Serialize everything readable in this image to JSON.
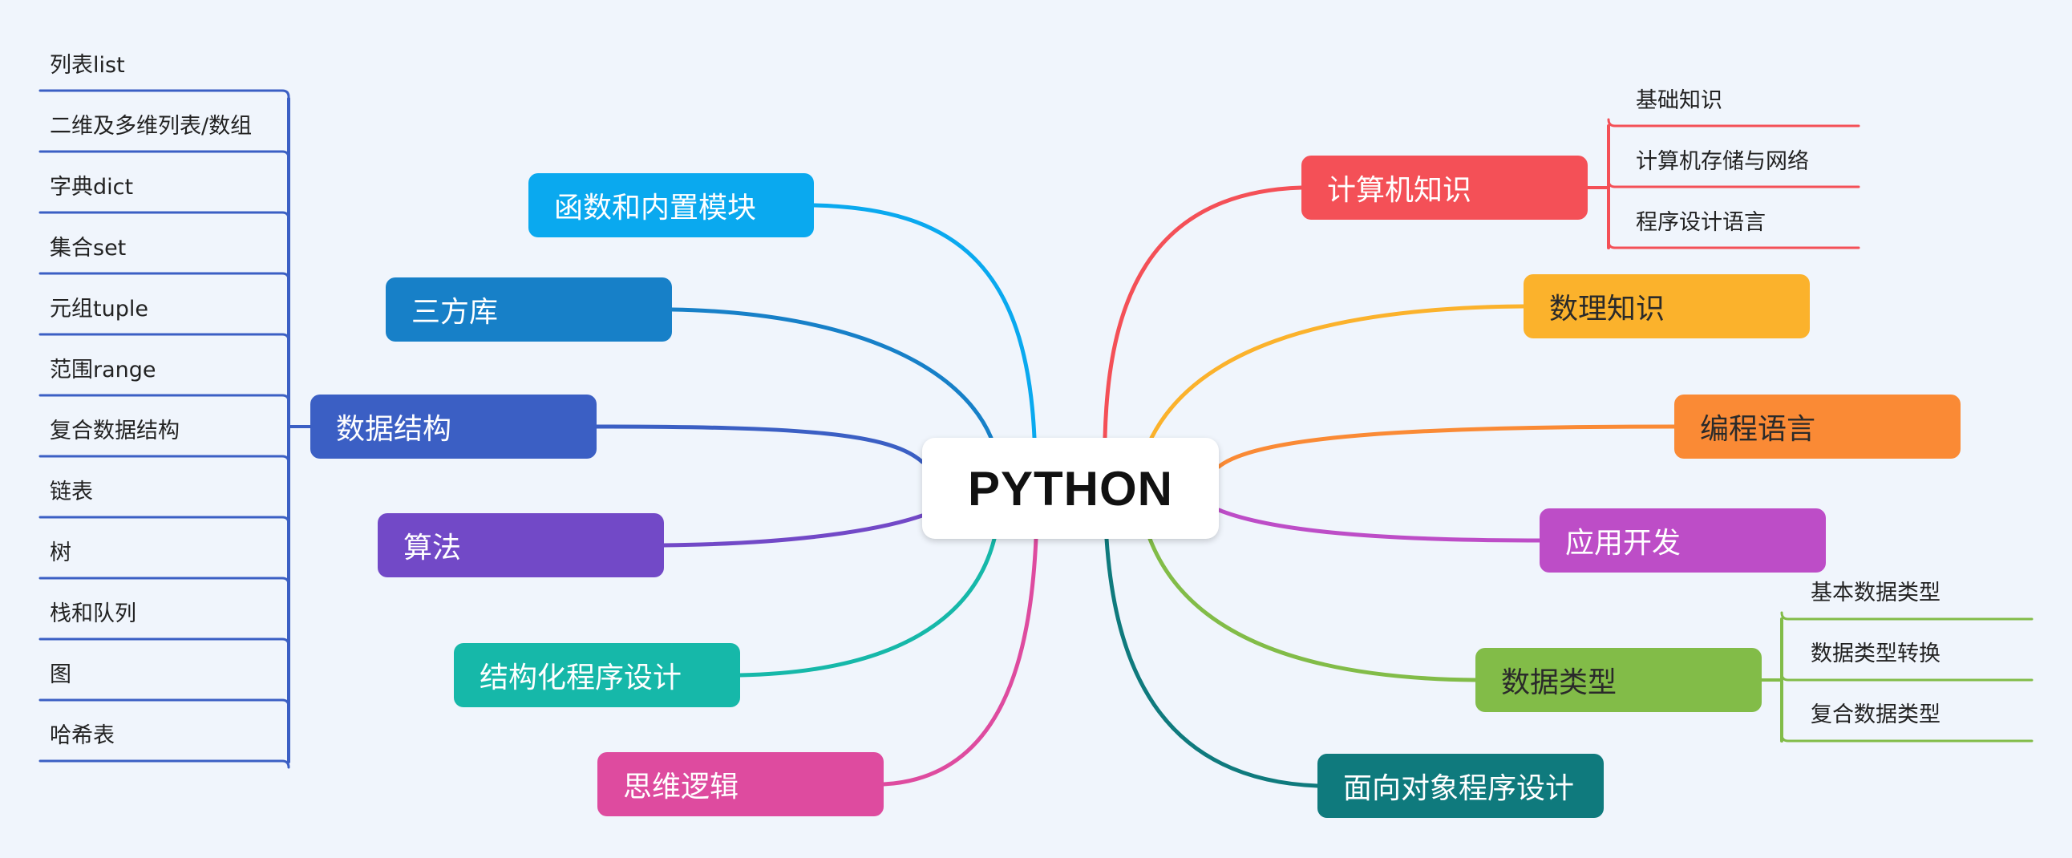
{
  "center": {
    "label": "PYTHON"
  },
  "branches": {
    "functions": {
      "label": "函数和内置模块",
      "color": "#0aa9ef"
    },
    "third_party": {
      "label": "三方库",
      "color": "#1780c8"
    },
    "data_structures": {
      "label": "数据结构",
      "color": "#3b5fc4",
      "children": [
        "列表list",
        "二维及多维列表/数组",
        "字典dict",
        "集合set",
        "元组tuple",
        "范围range",
        "复合数据结构",
        "链表",
        "树",
        "栈和队列",
        "图",
        "哈希表"
      ]
    },
    "algorithms": {
      "label": "算法",
      "color": "#7249c7"
    },
    "structured_programming": {
      "label": "结构化程序设计",
      "color": "#16b8a9"
    },
    "logic": {
      "label": "思维逻辑",
      "color": "#de4b9f"
    },
    "computer_knowledge": {
      "label": "计算机知识",
      "color": "#f45057",
      "children": [
        "基础知识",
        "计算机存储与网络",
        "程序设计语言"
      ]
    },
    "math_knowledge": {
      "label": "数理知识",
      "color": "#fbb22c"
    },
    "programming_languages": {
      "label": "编程语言",
      "color": "#fa8a35"
    },
    "app_development": {
      "label": "应用开发",
      "color": "#bd4dc7"
    },
    "data_types": {
      "label": "数据类型",
      "color": "#82bc48",
      "children": [
        "基本数据类型",
        "数据类型转换",
        "复合数据类型"
      ]
    },
    "oop": {
      "label": "面向对象程序设计",
      "color": "#0f7a7d"
    }
  }
}
